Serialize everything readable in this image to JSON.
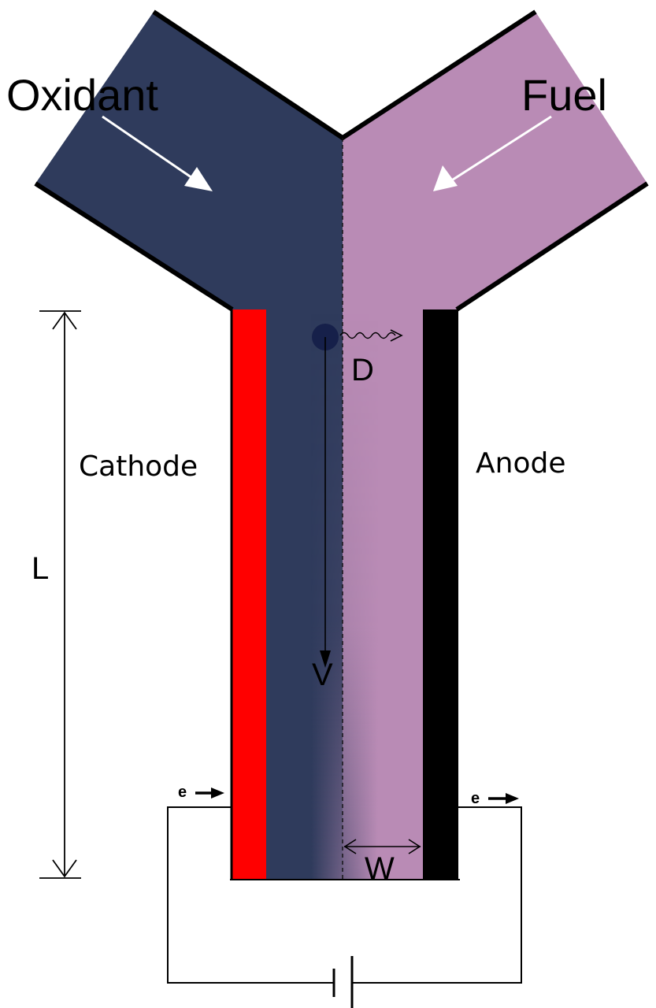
{
  "labels": {
    "oxidant": "Oxidant",
    "fuel": "Fuel",
    "cathode": "Cathode",
    "anode": "Anode",
    "length": "L",
    "velocity": "V",
    "diffusion": "D",
    "width": "W",
    "electron_left": "e",
    "electron_right": "e"
  },
  "colors": {
    "oxidant_stream": "#2f3b5c",
    "fuel_stream": "#b98bb5",
    "cathode": "#ff0000",
    "anode": "#000000",
    "particle": "#16204a"
  },
  "icons": {
    "battery": "battery-symbol-icon",
    "inflow_arrows": "arrow-icon"
  }
}
